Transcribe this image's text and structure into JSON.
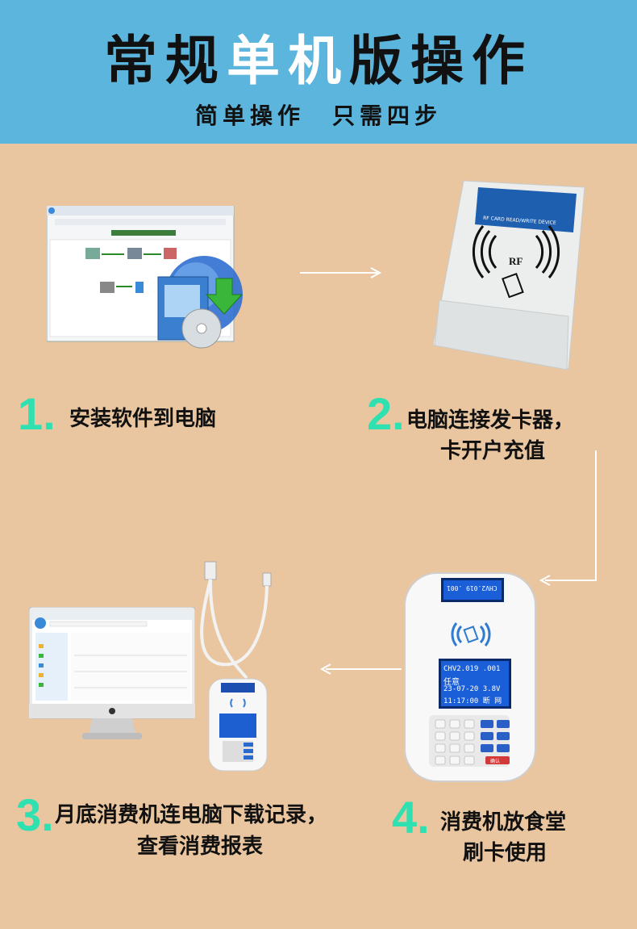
{
  "header": {
    "title_part1": "常规",
    "title_part2": "单机",
    "title_part3": "版操作",
    "subtitle": "简单操作　只需四步"
  },
  "steps": [
    {
      "number": "1.",
      "line1": "安装软件到电脑",
      "line2": ""
    },
    {
      "number": "2.",
      "line1": "电脑连接发卡器，",
      "line2": "卡开户充值"
    },
    {
      "number": "3.",
      "line1": "月底消费机连电脑下载记录，",
      "line2": "查看消费报表"
    },
    {
      "number": "4.",
      "line1": "消费机放食堂",
      "line2": "刷卡使用"
    }
  ],
  "card_reader": {
    "rf_label": "RF",
    "device_text": "RF CARD READ/WRITE DEVICE"
  },
  "terminal": {
    "screen_line1": "CHV2.019 .001",
    "screen_line2": "任意",
    "screen_line3": "23-07-20  3.8V",
    "screen_line4": "11:17:00  断 网",
    "top_screen": "CHV2.019 .001",
    "confirm_key": "确认"
  },
  "colors": {
    "header_bg": "#5bb5dd",
    "page_bg": "#e9c6a0",
    "number_color": "#2fe0b0"
  }
}
